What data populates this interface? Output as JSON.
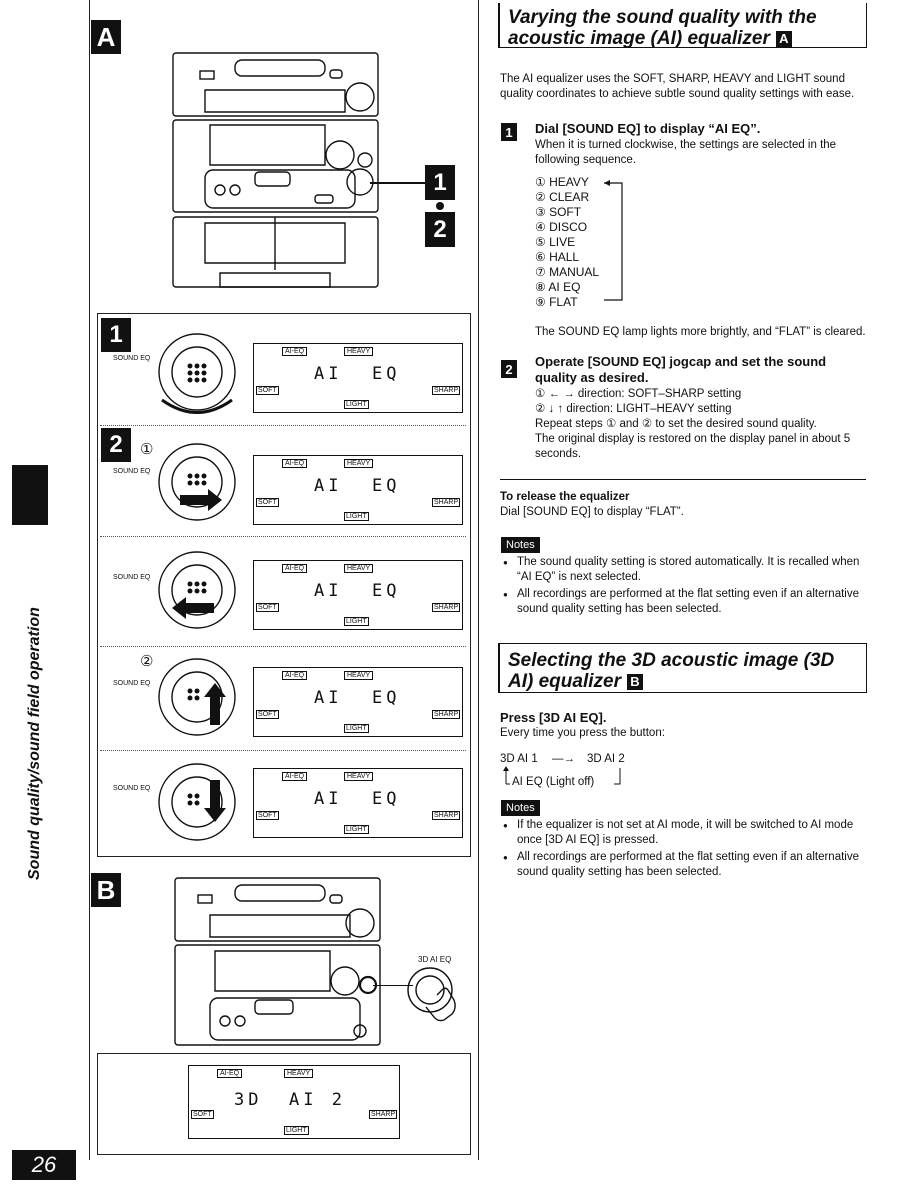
{
  "section_a": {
    "badge": "A",
    "title_line1": "Varying the sound quality with the",
    "title_line2": "acoustic image (AI) equalizer",
    "title_badge": "A",
    "intro": "The AI equalizer uses the SOFT, SHARP, HEAVY and LIGHT sound quality coordinates to achieve subtle sound quality settings with ease.",
    "step1": {
      "badge": "1",
      "heading": "Dial [SOUND EQ] to display “AI EQ”.",
      "text": "When it is turned clockwise, the settings are selected in the following sequence.",
      "sequence": [
        "① HEAVY",
        "② CLEAR",
        "③ SOFT",
        "④ DISCO",
        "⑤ LIVE",
        "⑥ HALL",
        "⑦ MANUAL",
        "⑧ AI EQ",
        "⑨ FLAT"
      ],
      "footer": "The SOUND EQ lamp lights more brightly, and “FLAT” is cleared."
    },
    "step2": {
      "badge": "2",
      "heading_line1": "Operate [SOUND EQ] jogcap and set the sound",
      "heading_line2": "quality as desired.",
      "line1": "①  ← → direction:    SOFT–SHARP setting",
      "line2": "②  ↓  ↑ direction:    LIGHT–HEAVY setting",
      "line3": "Repeat steps ① and ② to set the desired sound quality.",
      "line4": "The original display is restored on the display panel in about 5 seconds."
    },
    "release": {
      "heading": "To release the equalizer",
      "text": "Dial [SOUND EQ] to display “FLAT”."
    },
    "notes_label": "Notes",
    "notes": [
      "The sound quality setting is stored automatically. It is recalled when “AI EQ” is next selected.",
      "All recordings are performed at the flat setting even if an alternative sound quality setting has been selected."
    ]
  },
  "section_b": {
    "badge": "B",
    "title_line1": "Selecting the 3D acoustic image (3D",
    "title_line2": "AI) equalizer",
    "title_badge": "B",
    "press": "Press [3D AI EQ].",
    "press_text": "Every time you press the button:",
    "seq_a": "3D AI 1",
    "seq_b": "3D AI 2",
    "seq_c": "AI EQ (Light off)",
    "notes_label": "Notes",
    "notes": [
      "If the equalizer is not set at AI mode, it will be switched to AI mode once [3D AI EQ] is pressed.",
      "All recordings are performed at the flat setting even if an alternative sound quality setting has been selected."
    ],
    "button_label": "3D AI EQ"
  },
  "figure": {
    "callout1": "1",
    "callout2": "2",
    "sound_eq_label": "SOUND EQ",
    "circle1": "①",
    "circle2": "②",
    "panel": {
      "ai_eq": "AI-EQ",
      "heavy": "HEAVY",
      "soft": "SOFT",
      "sharp": "SHARP",
      "light": "LIGHT",
      "display_ai": "AI",
      "display_eq": "EQ",
      "display_3d": "3D",
      "display_ai2": "AI 2"
    }
  },
  "sidebar": {
    "vertical_text": "Sound quality/sound field operation",
    "page_number": "26"
  }
}
